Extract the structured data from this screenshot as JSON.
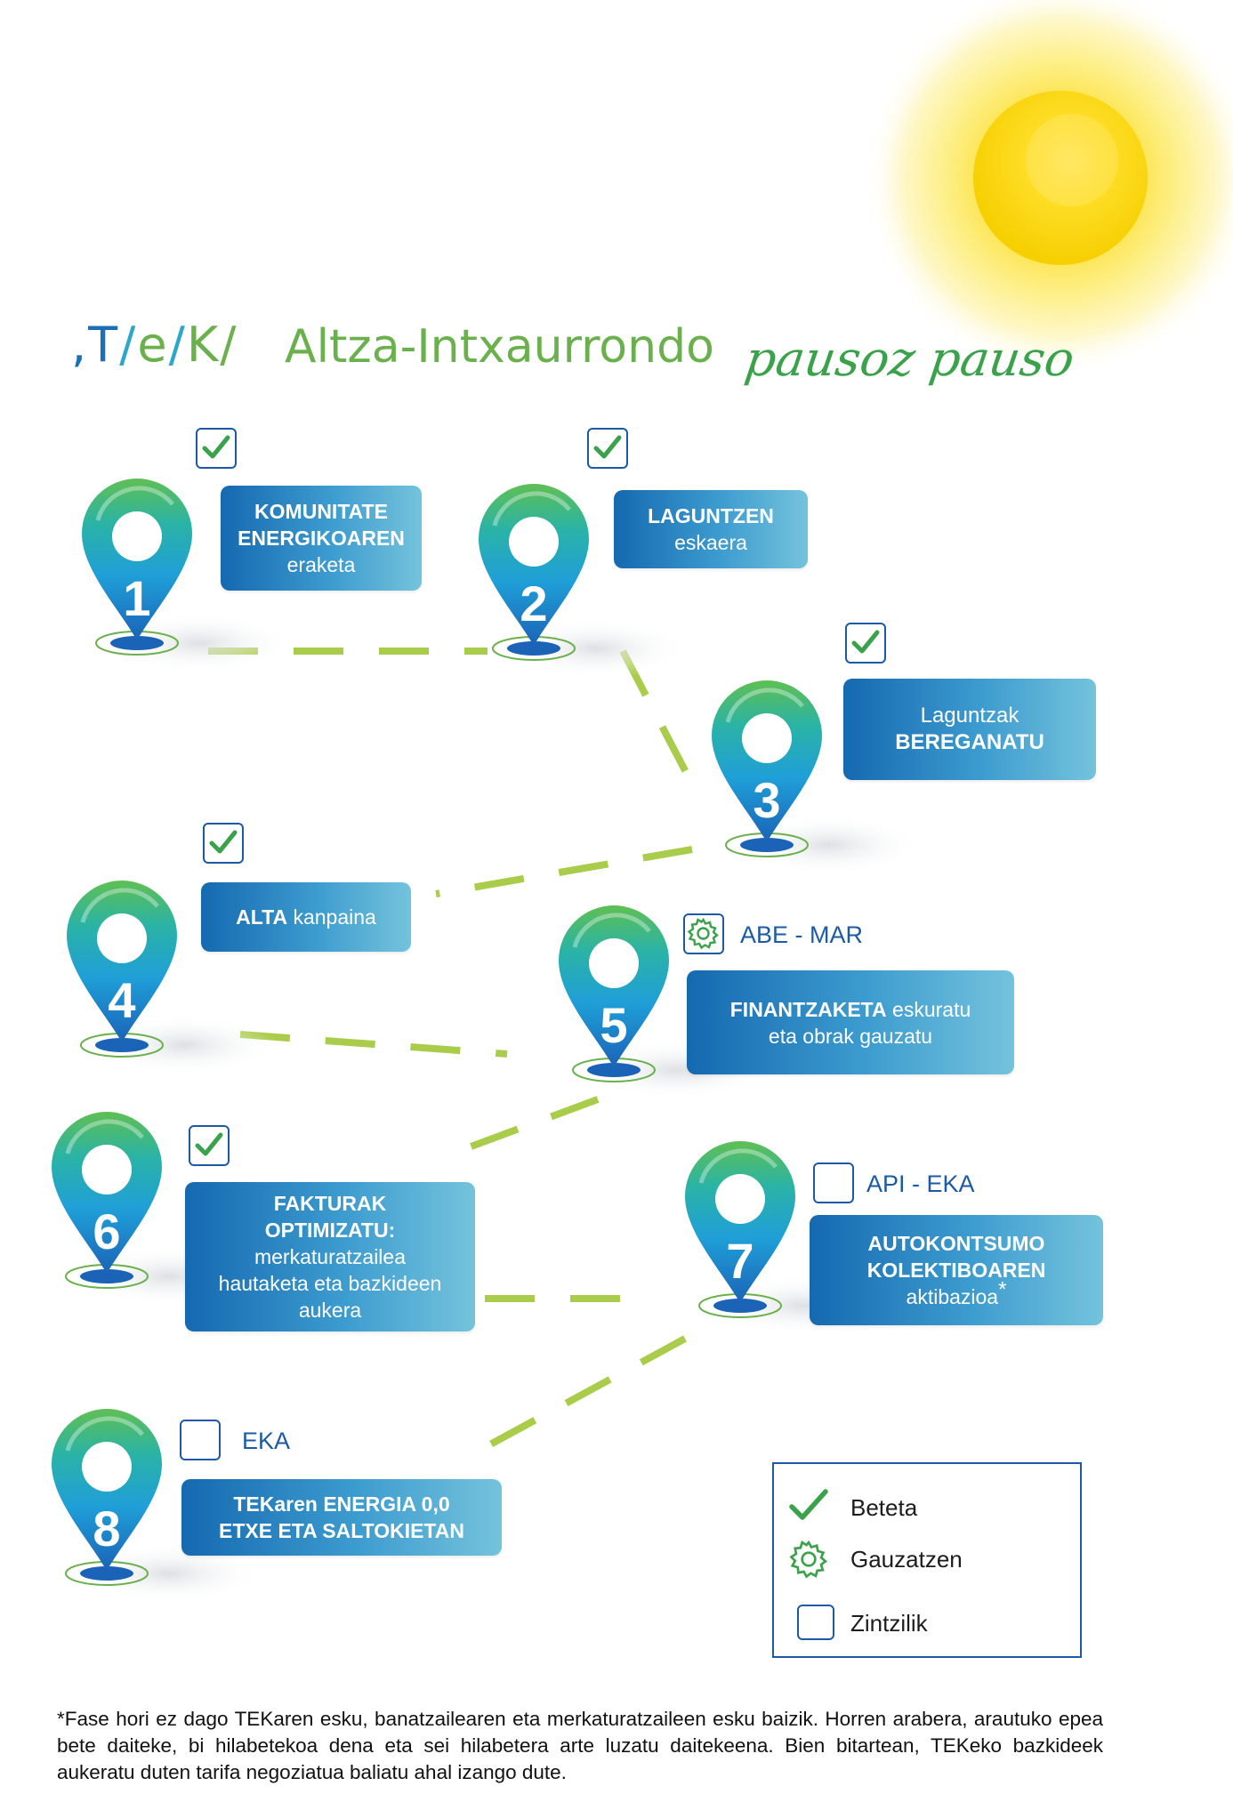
{
  "brand": {
    "prefix_t": "T",
    "prefix_e": "e",
    "prefix_k": "K",
    "name": "Altza-Intxaurrondo",
    "tagline": "pausoz pauso"
  },
  "colors": {
    "blue": "#1569b0",
    "light_blue": "#74c3dc",
    "green": "#6ab04c",
    "dash": "#a9cc4a",
    "border": "#1c5aa6"
  },
  "steps": [
    {
      "number": "1",
      "status": "check-icon",
      "line1": "KOMUNITATE",
      "line2": "ENERGIKOAREN",
      "line3": "eraketa"
    },
    {
      "number": "2",
      "status": "check-icon",
      "line1": "LAGUNTZEN",
      "line2": "eskaera"
    },
    {
      "number": "3",
      "status": "check-icon",
      "line1": "Laguntzak",
      "line2": "BEREGANATU"
    },
    {
      "number": "4",
      "status": "check-icon",
      "bold": "ALTA",
      "rest": " kanpaina"
    },
    {
      "number": "5",
      "status": "gear-icon",
      "period": "ABE - MAR",
      "bold": "FINANTZAKETA",
      "rest": " eskuratu",
      "line2": "eta obrak gauzatu"
    },
    {
      "number": "6",
      "status": "check-icon",
      "line1": "FAKTURAK",
      "line2": "OPTIMIZATU:",
      "line3": "merkaturatzailea",
      "line4": "hautaketa eta bazkideen",
      "line5": "aukera"
    },
    {
      "number": "7",
      "status": "empty-box-icon",
      "period": "API - EKA",
      "line1": "AUTOKONTSUMO",
      "line2": "KOLEKTIBOAREN",
      "line3": "aktibazioa",
      "mark": "*"
    },
    {
      "number": "8",
      "status": "empty-box-icon",
      "period": "EKA",
      "line1": "TEKaren ENERGIA 0,0",
      "line2": "ETXE ETA SALTOKIETAN"
    }
  ],
  "legend": [
    {
      "icon": "check-icon",
      "label": "Beteta"
    },
    {
      "icon": "gear-icon",
      "label": "Gauzatzen"
    },
    {
      "icon": "empty-box-icon",
      "label": "Zintzilik"
    }
  ],
  "footnote": "*Fase hori ez dago TEKaren esku, banatzailearen eta merkaturatzaileen esku baizik. Horren arabera, arautuko epea bete daiteke, bi hilabetekoa dena eta sei hilabetera arte luzatu daitekeena. Bien bitartean, TEKeko bazkideek aukeratu duten tarifa negoziatua baliatu ahal izango dute."
}
